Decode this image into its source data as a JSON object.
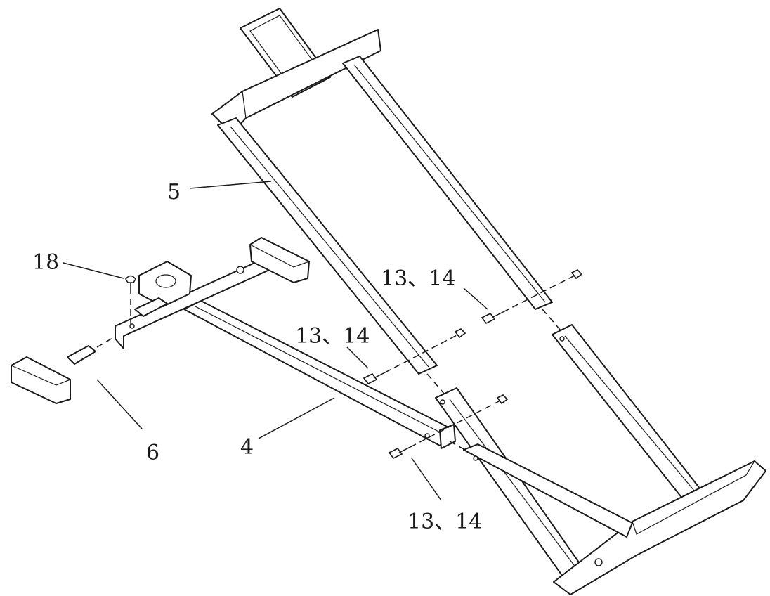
{
  "callouts": {
    "part5": "5",
    "part18": "18",
    "part6": "6",
    "part4": "4",
    "bolts_upper": "13、14",
    "bolts_middle": "13、14",
    "bolts_lower": "13、14"
  }
}
